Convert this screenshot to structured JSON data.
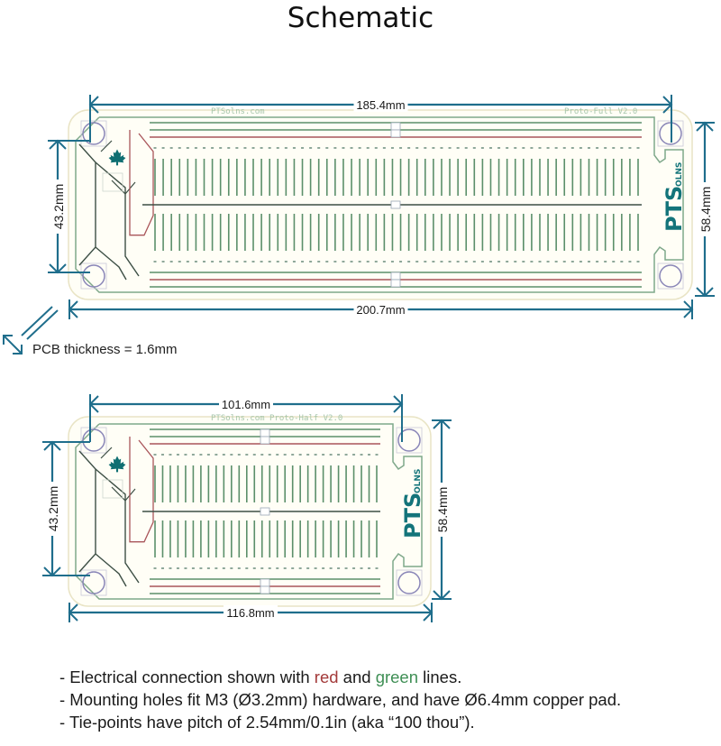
{
  "page": {
    "title": "Schematic"
  },
  "colors": {
    "dimension": "#1f6e8c",
    "trace_green": "#5b8f6a",
    "trace_red": "#a9555a",
    "trace_dark": "#3d4f45",
    "board_outline": "#7fa88a",
    "board_halo": "#e9e4c5",
    "hole": "#8a86b8",
    "logo": "#13747a",
    "leaf": "#0f6f72"
  },
  "full_board": {
    "name": "Proto-Full V2.0",
    "silk_left": "PTSolns.com",
    "silk_right": "Proto-Full V2.0",
    "logo_text": "PTS",
    "logo_sub": "OLNS",
    "columns": 60,
    "dimensions": {
      "hole_spacing_width": "185.4mm",
      "overall_width": "200.7mm",
      "hole_spacing_height": "43.2mm",
      "overall_height": "58.4mm"
    }
  },
  "half_board": {
    "name": "Proto-Half V2.0",
    "silk": "PTSolns.com   Proto-Half V2.0",
    "logo_text": "PTS",
    "logo_sub": "OLNS",
    "columns": 30,
    "dimensions": {
      "hole_spacing_width": "101.6mm",
      "overall_width": "116.8mm",
      "hole_spacing_height": "43.2mm",
      "overall_height": "58.4mm"
    }
  },
  "pcb_thickness": {
    "label": "PCB thickness = 1.6mm"
  },
  "notes": [
    {
      "prefix": "- Electrical connection shown with ",
      "red_word": "red",
      "middle": " and ",
      "green_word": "green",
      "suffix": " lines."
    },
    {
      "text": "- Mounting holes fit M3 (Ø3.2mm) hardware, and have Ø6.4mm copper pad."
    },
    {
      "text": "- Tie-points have pitch of 2.54mm/0.1in (aka “100 thou”)."
    }
  ]
}
